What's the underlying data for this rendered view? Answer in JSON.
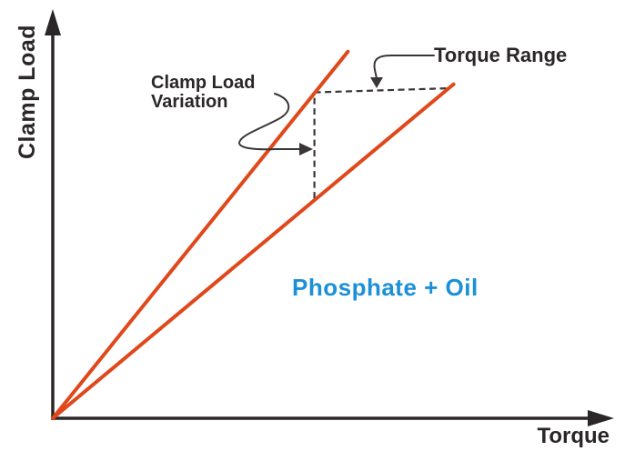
{
  "figure": {
    "y_axis_label": "Clamp Load",
    "x_axis_label": "Torque",
    "series_label": "Phosphate + Oil",
    "callouts": {
      "clamp_load_variation": "Clamp Load\nVariation",
      "torque_range": "Torque Range"
    }
  },
  "colors": {
    "background": "#FFFFFF",
    "torque_tension_line": "#E0481C",
    "axis_and_text": "#2B2627",
    "dashed_line": "#3A3536",
    "series_label_blue": "#1B90D8"
  },
  "chart_data": {
    "type": "line",
    "title": "",
    "xlabel": "Torque",
    "ylabel": "Clamp Load",
    "axis_numeric_labels": false,
    "grid": false,
    "legend_position": "none",
    "units": "normalized 0-1 fractions of each unlabeled conceptual axis",
    "series": [
      {
        "name": "upper torque-tension line (max clamp load)",
        "color": "#E0481C",
        "points": [
          [
            0,
            0
          ],
          [
            0.53,
            0.9
          ]
        ]
      },
      {
        "name": "lower torque-tension line (min clamp load)",
        "color": "#E0481C",
        "points": [
          [
            0,
            0
          ],
          [
            0.72,
            0.82
          ]
        ]
      }
    ],
    "construction_lines": [
      {
        "name": "clamp load variation (vertical dashed span)",
        "points": [
          [
            0.47,
            0.54
          ],
          [
            0.47,
            0.8
          ]
        ]
      },
      {
        "name": "torque range (horizontal dashed span)",
        "points": [
          [
            0.47,
            0.8
          ],
          [
            0.71,
            0.81
          ]
        ]
      }
    ],
    "annotations": [
      {
        "text": "Clamp Load Variation",
        "points_to": "vertical dashed span between the two red lines"
      },
      {
        "text": "Torque Range",
        "points_to": "horizontal dashed span between the two red lines"
      },
      {
        "text": "Phosphate + Oil",
        "role": "lubrication condition label"
      }
    ]
  }
}
